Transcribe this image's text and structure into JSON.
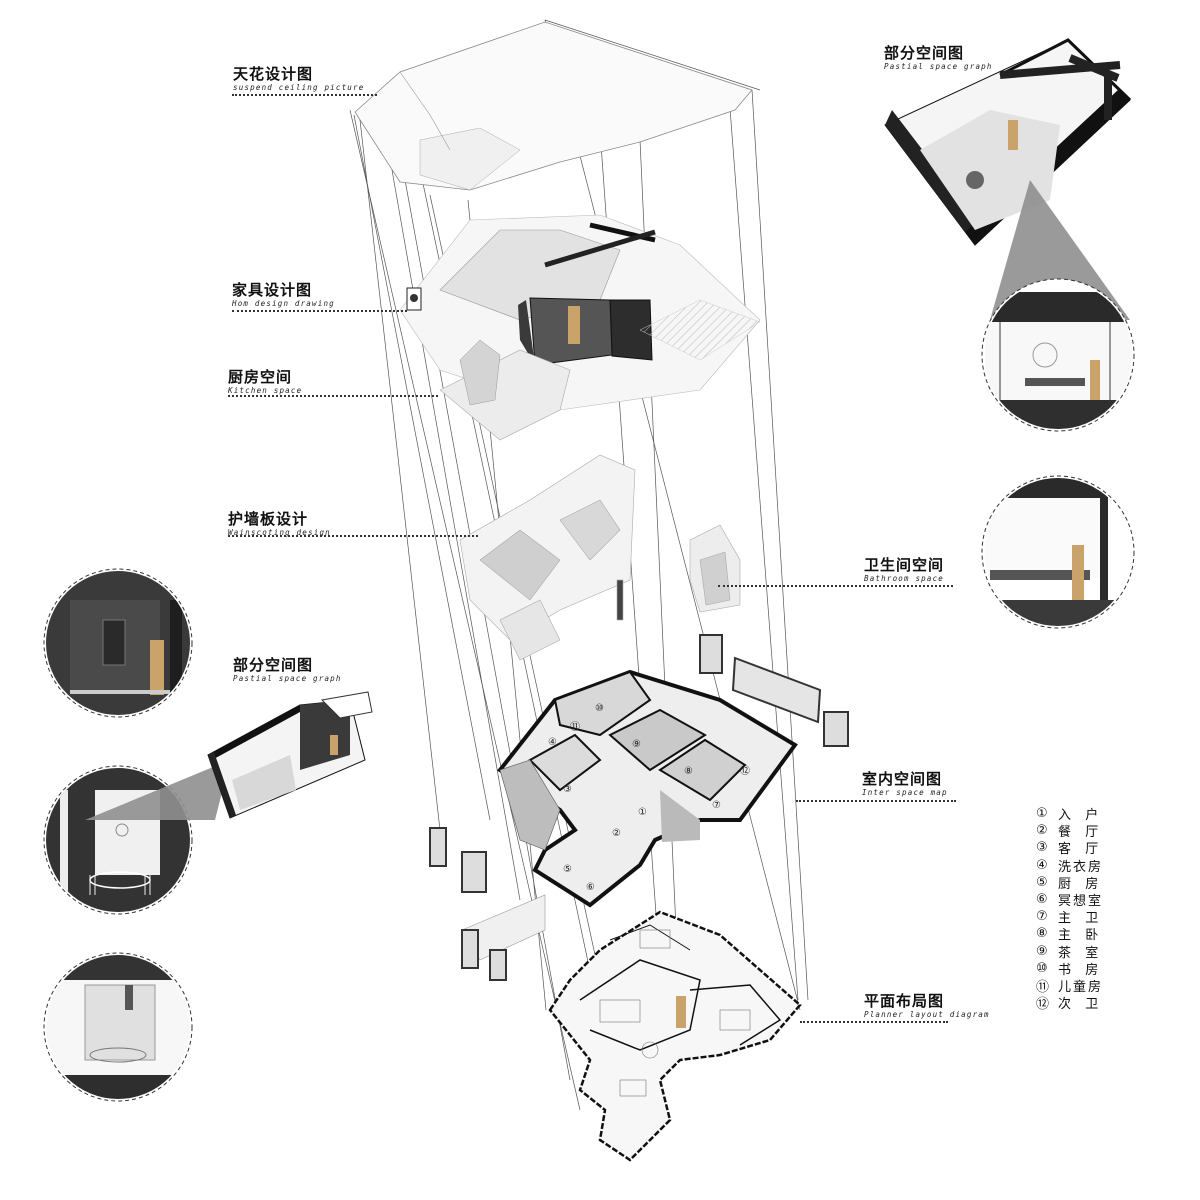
{
  "labels": {
    "ceiling": {
      "zh": "天花设计图",
      "en": "suspend ceiling picture"
    },
    "furniture": {
      "zh": "家具设计图",
      "en": "Hom design drawing"
    },
    "kitchen": {
      "zh": "厨房空间",
      "en": "Kitchen space"
    },
    "wainscot": {
      "zh": "护墙板设计",
      "en": "Wainscoting design"
    },
    "partial_left": {
      "zh": "部分空间图",
      "en": "Pastial space graph"
    },
    "partial_right": {
      "zh": "部分空间图",
      "en": "Pastial space graph"
    },
    "bathroom": {
      "zh": "卫生间空间",
      "en": "Bathroom space"
    },
    "interior": {
      "zh": "室内空间图",
      "en": "Inter space map"
    },
    "plan": {
      "zh": "平面布局图",
      "en": "Planner layout diagram"
    }
  },
  "legend": [
    {
      "num": "①",
      "text": "入  户"
    },
    {
      "num": "②",
      "text": "餐  厅"
    },
    {
      "num": "③",
      "text": "客  厅"
    },
    {
      "num": "④",
      "text": "洗衣房"
    },
    {
      "num": "⑤",
      "text": "厨  房"
    },
    {
      "num": "⑥",
      "text": "冥想室"
    },
    {
      "num": "⑦",
      "text": "主  卫"
    },
    {
      "num": "⑧",
      "text": "主  卧"
    },
    {
      "num": "⑨",
      "text": "茶  室"
    },
    {
      "num": "⑩",
      "text": "书  房"
    },
    {
      "num": "⑪",
      "text": "儿童房"
    },
    {
      "num": "⑫",
      "text": "次  卫"
    }
  ],
  "room_markers": [
    "①",
    "②",
    "③",
    "④",
    "⑤",
    "⑥",
    "⑦",
    "⑧",
    "⑨",
    "⑩",
    "⑪",
    "⑫"
  ],
  "colors": {
    "ink": "#111111",
    "shade": "#9a9a9a",
    "dark": "#2a2a2a",
    "figure": "#c9a36a"
  }
}
